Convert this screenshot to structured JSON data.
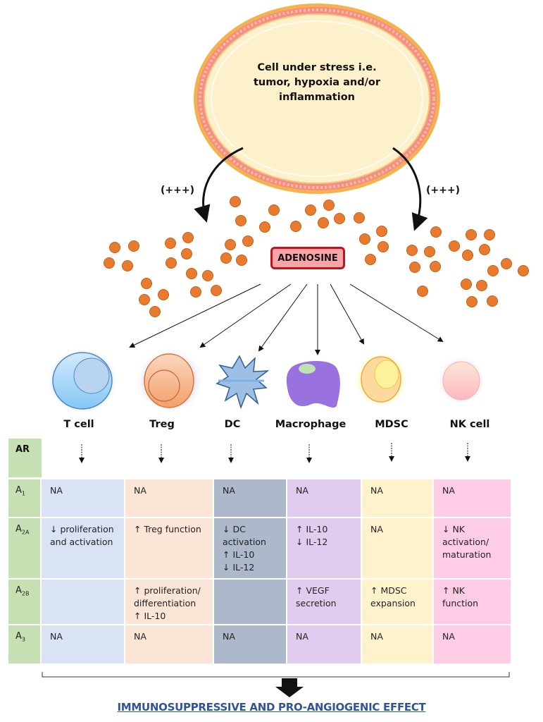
{
  "stressed_cell": {
    "label": "Cell under stress i.e. tumor, hypoxia and/or inflammation"
  },
  "release": {
    "left_label": "(+++)",
    "right_label": "(+++)"
  },
  "adenosine": {
    "label": "ADENOSINE",
    "color": "#f8a4a8",
    "border_color": "#c0141c",
    "molecule_color": "#e87b2e"
  },
  "immune_cells": [
    {
      "id": "tcell",
      "label": "T cell",
      "color": "#8fc8f2"
    },
    {
      "id": "treg",
      "label": "Treg",
      "color": "#f4a774"
    },
    {
      "id": "dc",
      "label": "DC",
      "color": "#8fb4de"
    },
    {
      "id": "macrophage",
      "label": "Macrophage",
      "color": "#9a72e0"
    },
    {
      "id": "mdsc",
      "label": "MDSC",
      "color": "#fbe27a"
    },
    {
      "id": "nk",
      "label": "NK cell",
      "color": "#fbc9c0"
    }
  ],
  "table": {
    "header": "AR",
    "rows": [
      {
        "receptor": "A",
        "sub": "1",
        "cells": [
          "NA",
          "NA",
          "NA",
          "NA",
          "NA",
          "NA"
        ]
      },
      {
        "receptor": "A",
        "sub": "2A",
        "cells": [
          "↓ proliferation\nand activation",
          "↑ Treg function",
          "↓ DC\n  activation\n↑ IL-10\n↓ IL-12",
          "↑ IL-10\n↓ IL-12",
          "NA",
          "↓ NK\n  activation/\n  maturation"
        ]
      },
      {
        "receptor": "A",
        "sub": "2B",
        "cells": [
          "",
          "↑ proliferation/\n  differentiation\n↑ IL-10",
          "",
          "↑ VEGF\n  secretion",
          "↑ MDSC\n  expansion",
          "↑ NK\n  function"
        ]
      },
      {
        "receptor": "A",
        "sub": "3",
        "cells": [
          "NA",
          "NA",
          "NA",
          "NA",
          "NA",
          "NA"
        ]
      }
    ]
  },
  "outcome": {
    "label": "IMMUNOSUPPRESSIVE AND PRO-ANGIOGENIC EFFECT",
    "color": "#2f5597"
  }
}
